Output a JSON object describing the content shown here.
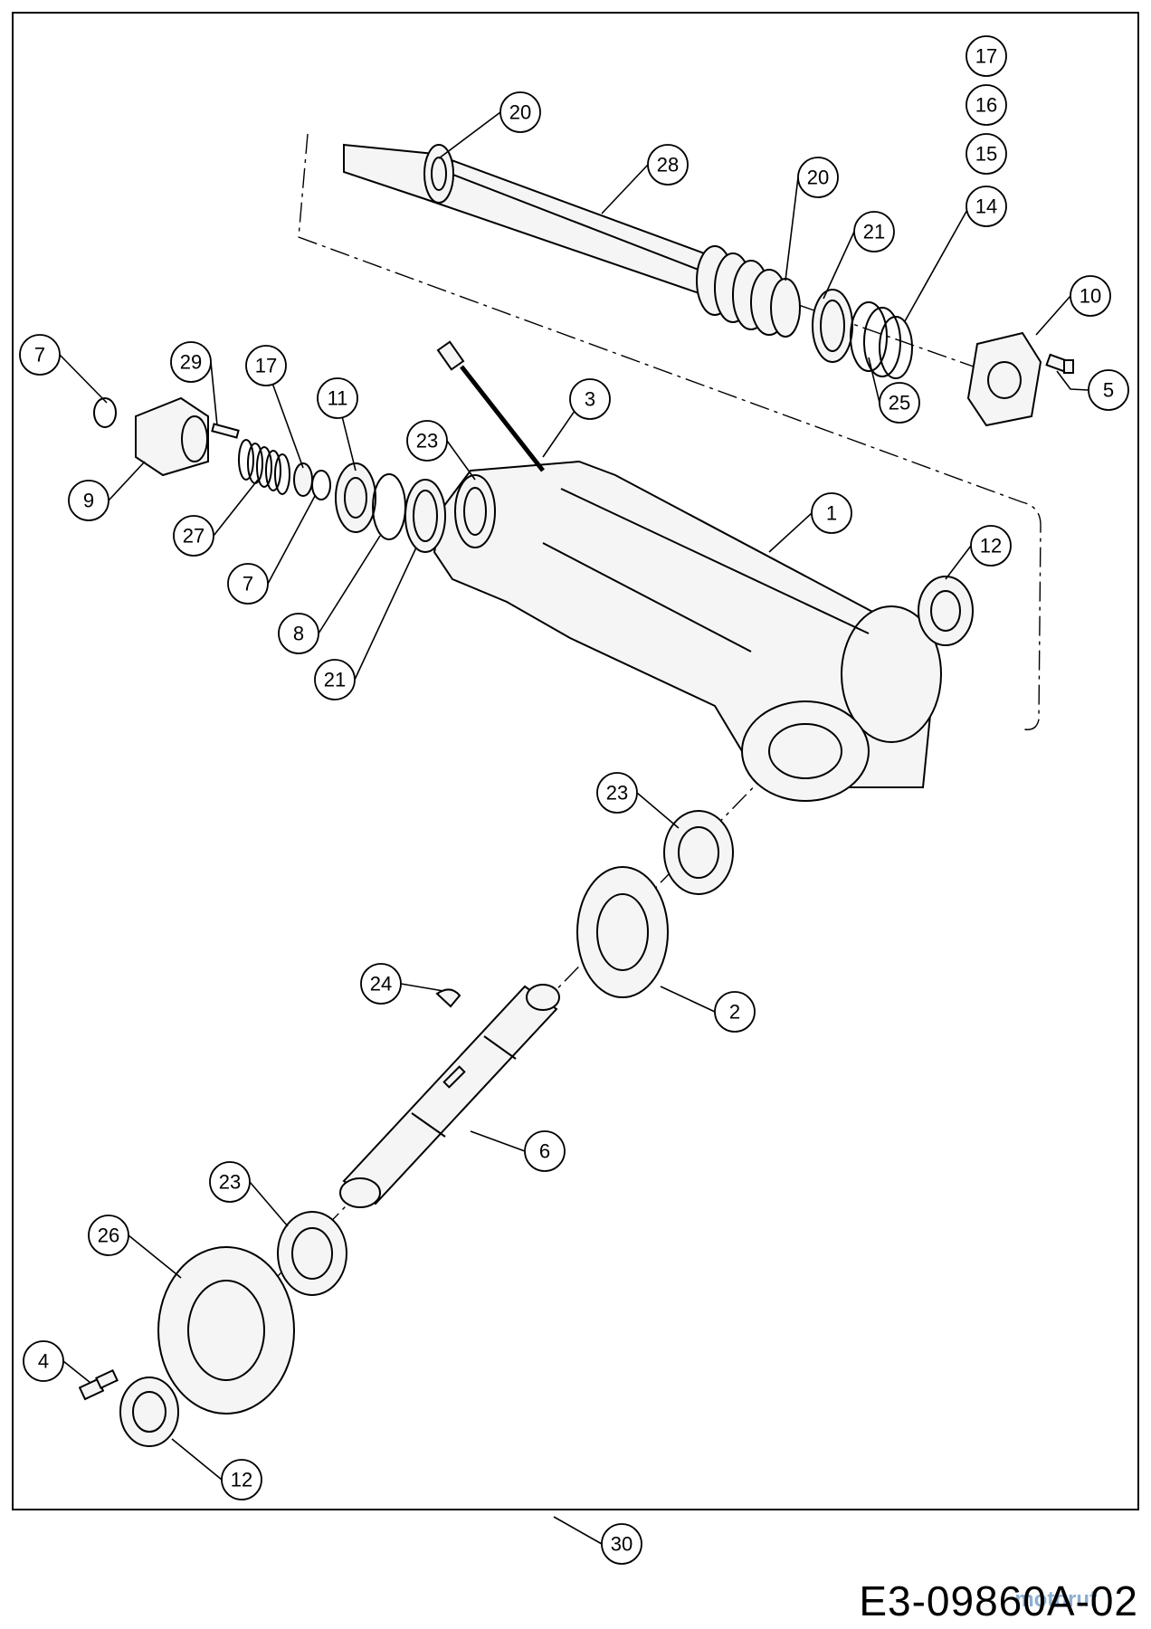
{
  "drawing_code": "E3-09860A-02",
  "watermark": "motoruf",
  "callouts": [
    {
      "id": "c17-top",
      "label": "17"
    },
    {
      "id": "c16-top",
      "label": "16"
    },
    {
      "id": "c15-top",
      "label": "15"
    },
    {
      "id": "c14",
      "label": "14"
    },
    {
      "id": "c20-a",
      "label": "20"
    },
    {
      "id": "c28",
      "label": "28"
    },
    {
      "id": "c20-b",
      "label": "20"
    },
    {
      "id": "c21-a",
      "label": "21"
    },
    {
      "id": "c10",
      "label": "10"
    },
    {
      "id": "c5",
      "label": "5"
    },
    {
      "id": "c25",
      "label": "25"
    },
    {
      "id": "c7-a",
      "label": "7"
    },
    {
      "id": "c29",
      "label": "29"
    },
    {
      "id": "c17-b",
      "label": "17"
    },
    {
      "id": "c11",
      "label": "11"
    },
    {
      "id": "c3",
      "label": "3"
    },
    {
      "id": "c23-a",
      "label": "23"
    },
    {
      "id": "c9",
      "label": "9"
    },
    {
      "id": "c27",
      "label": "27"
    },
    {
      "id": "c7-b",
      "label": "7"
    },
    {
      "id": "c8",
      "label": "8"
    },
    {
      "id": "c21-b",
      "label": "21"
    },
    {
      "id": "c1",
      "label": "1"
    },
    {
      "id": "c12-a",
      "label": "12"
    },
    {
      "id": "c23-b",
      "label": "23"
    },
    {
      "id": "c2",
      "label": "2"
    },
    {
      "id": "c24",
      "label": "24"
    },
    {
      "id": "c6",
      "label": "6"
    },
    {
      "id": "c23-c",
      "label": "23"
    },
    {
      "id": "c26",
      "label": "26"
    },
    {
      "id": "c4",
      "label": "4"
    },
    {
      "id": "c12-b",
      "label": "12"
    },
    {
      "id": "c30",
      "label": "30"
    }
  ]
}
